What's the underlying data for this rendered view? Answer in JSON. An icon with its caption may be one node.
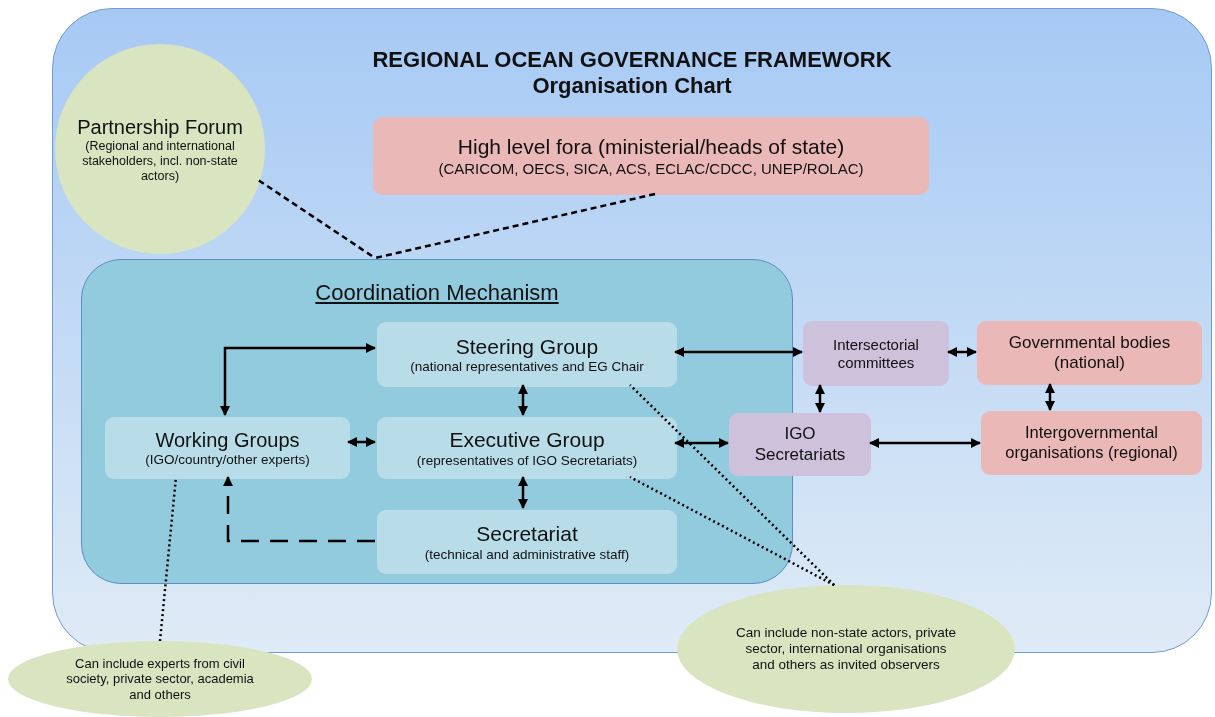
{
  "diagram": {
    "nodes": [
      {
        "text": [
          "REGIONAL OCEAN GOVERNANCE FRAMEWORK",
          "Organisation Chart"
        ]
      },
      {
        "text": [
          "Partnership Forum",
          "(Regional and international stakeholders, incl. non-state actors)"
        ],
        "in": 0
      },
      {
        "text": [
          "High level fora (ministerial/heads of state)",
          "(CARICOM, OECS, SICA, ACS, ECLAC/CDCC, UNEP/ROLAC)"
        ],
        "in": 0
      },
      {
        "text": [
          "Coordination Mechanism"
        ],
        "in": 0
      },
      {
        "text": [
          "Steering Group",
          "(national representatives and EG Chair"
        ],
        "in": 3
      },
      {
        "text": [
          "Working Groups",
          "(IGO/country/other experts)"
        ],
        "in": 3
      },
      {
        "text": [
          "Executive Group",
          "(representatives of IGO Secretariats)"
        ],
        "in": 3
      },
      {
        "text": [
          "Secretariat",
          "(technical and administrative staff)"
        ],
        "in": 3
      },
      {
        "text": [
          "Intersectorial committees"
        ],
        "in": 0
      },
      {
        "text": [
          "Governmental bodies (national)"
        ],
        "in": 0
      },
      {
        "text": [
          "IGO Secretariats"
        ],
        "in": 0
      },
      {
        "text": [
          "Intergovernmental organisations (regional)"
        ],
        "in": 0
      },
      {
        "text": [
          "Can include experts from civil society, private sector, academia and others"
        ]
      },
      {
        "text": [
          "Can include non-state actors, private sector, international organisations and others as invited observers"
        ]
      }
    ],
    "edges": [
      {
        "from": 1,
        "to": 3,
        "arrow": "none",
        "style": "dashed"
      },
      {
        "from": 2,
        "to": 3,
        "arrow": "none",
        "style": "dashed"
      },
      {
        "from": 4,
        "to": 5,
        "arrow": "both"
      },
      {
        "from": 4,
        "to": 6,
        "arrow": "both"
      },
      {
        "from": 5,
        "to": 6,
        "arrow": "both"
      },
      {
        "from": 6,
        "to": 7,
        "arrow": "both"
      },
      {
        "from": 7,
        "to": 5,
        "arrow": "to",
        "style": "dashed"
      },
      {
        "from": 4,
        "to": 8,
        "arrow": "both"
      },
      {
        "from": 6,
        "to": 10,
        "arrow": "both"
      },
      {
        "from": 8,
        "to": 9,
        "arrow": "both"
      },
      {
        "from": 8,
        "to": 10,
        "arrow": "both"
      },
      {
        "from": 9,
        "to": 11,
        "arrow": "both"
      },
      {
        "from": 10,
        "to": 11,
        "arrow": "both"
      },
      {
        "from": 12,
        "to": 5,
        "arrow": "none",
        "style": "dashed"
      },
      {
        "from": 13,
        "to": 4,
        "arrow": "none",
        "style": "dashed"
      },
      {
        "from": 13,
        "to": 6,
        "arrow": "none",
        "style": "dashed"
      }
    ]
  }
}
